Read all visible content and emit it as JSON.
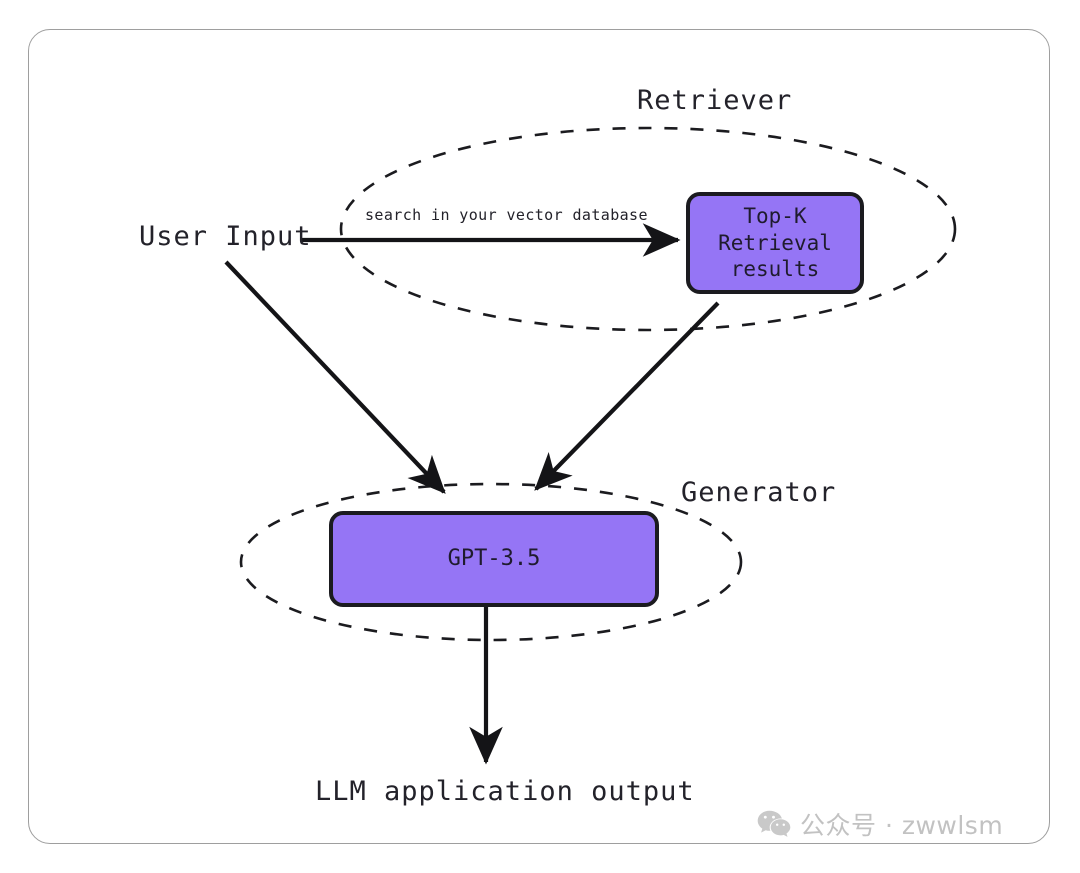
{
  "diagram": {
    "title_implicit": "RAG pipeline",
    "nodes": [
      {
        "id": "topk",
        "label": "Top-K\nRetrieval\nresults",
        "fill": "#9575f5",
        "stroke": "#1b1b1f"
      },
      {
        "id": "gpt",
        "label": "GPT-3.5",
        "fill": "#9575f5",
        "stroke": "#1b1b1f"
      }
    ],
    "labels": {
      "user_input": "User Input",
      "retriever": "Retriever",
      "generator": "Generator",
      "edge_search": "search in your vector database",
      "output": "LLM application output"
    },
    "groups": [
      {
        "id": "retriever-group",
        "name": "Retriever",
        "style": "dashed-ellipse"
      },
      {
        "id": "generator-group",
        "name": "Generator",
        "style": "dashed-ellipse"
      }
    ],
    "edges": [
      {
        "from": "User Input",
        "to": "Top-K Retrieval results",
        "label": "search in your vector database"
      },
      {
        "from": "User Input",
        "to": "GPT-3.5",
        "label": ""
      },
      {
        "from": "Top-K Retrieval results",
        "to": "GPT-3.5",
        "label": ""
      },
      {
        "from": "GPT-3.5",
        "to": "LLM application output",
        "label": ""
      }
    ],
    "colors": {
      "node_fill": "#9575f5",
      "node_stroke": "#1b1b1f",
      "text": "#23222a",
      "card_border": "#9e9e9e",
      "background": "#ffffff",
      "watermark": "#c2c2c2"
    }
  },
  "watermark": {
    "icon": "wechat-icon",
    "text": "公众号 · zwwlsm"
  }
}
